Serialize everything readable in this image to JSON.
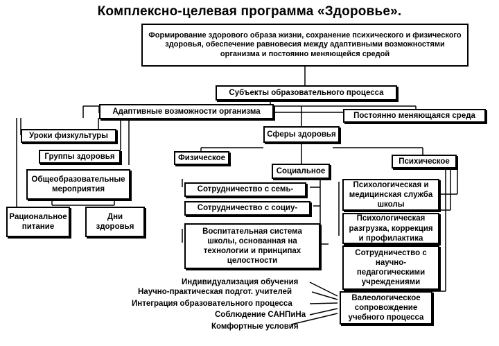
{
  "title": "Комплексно-целевая программа «Здоровье».",
  "nodes": {
    "goal": "Формирование здорового образа жизни, сохранение психического и физического здоровья, обеспечение равновесия между адаптивными возможностями организма и постоянно меняющейся средой",
    "subjects": "Субъекты образовательного процесса",
    "adaptive": "Адаптивные возможности организма",
    "environment": "Постоянно меняющаяся среда",
    "pe_lessons": "Уроки физкультуры",
    "health_groups": "Группы здоровья",
    "general_events": "Общеобразовательные мероприятия",
    "nutrition": "Рациональное питание",
    "health_days": "Дни здоровья",
    "spheres": "Сферы здоровья",
    "physical": "Физическое",
    "social": "Социальное",
    "psychic": "Психическое",
    "family": "Сотрудничество с семь-",
    "socium": "Сотрудничество с социу-",
    "upbringing": "Воспитательная система школы, основанная на технологии и принципах целостности",
    "psych_service": "Психологическая и медицинская служба школы",
    "unloading": "Психологическая разгрузка, коррекция и профилактика",
    "cooperation": "Сотрудничество с научно-педагогическими учреждениями",
    "valeology": "Валеологическое сопровождение учебного процесса"
  },
  "side_labels": [
    "Индивидуализация обучения",
    "Научно-практическая подгот. учителей",
    "Интеграция образовательного процесса",
    "Соблюдение САНПиНа",
    "Комфортные условия"
  ]
}
